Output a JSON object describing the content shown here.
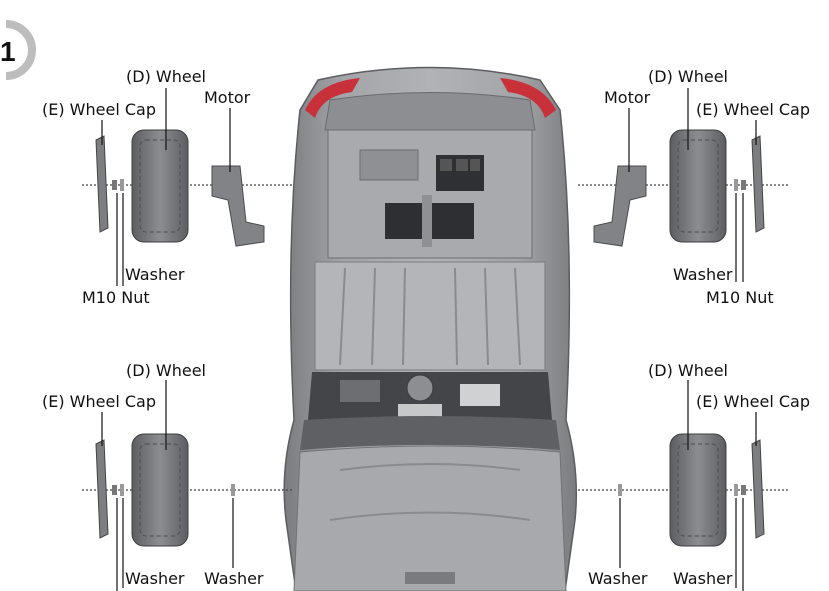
{
  "step_number": "1",
  "labels": {
    "tl_wheel": "(D)  Wheel",
    "tl_cap": "(E)  Wheel Cap",
    "tl_motor": "Motor",
    "tl_washer": "Washer",
    "tl_nut": "M10 Nut",
    "tr_wheel": "(D)  Wheel",
    "tr_cap": "(E)  Wheel Cap",
    "tr_motor": "Motor",
    "tr_washer": "Washer",
    "tr_nut": "M10 Nut",
    "bl_wheel": "(D)  Wheel",
    "bl_cap": "(E)  Wheel Cap",
    "bl_washer_outer": "Washer",
    "bl_washer_inner": "Washer",
    "br_wheel": "(D)  Wheel",
    "br_cap": "(E)  Wheel Cap",
    "br_washer_inner": "Washer",
    "br_washer_outer": "Washer"
  },
  "colors": {
    "car_body": "#9a9b9d",
    "car_dark": "#6e6f72",
    "tail_light": "#c8303a",
    "part_gray": "#7d7e81",
    "step_ring": "#bfbfbf"
  }
}
